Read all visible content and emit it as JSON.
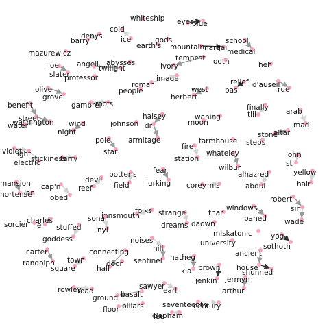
{
  "graph": {
    "node_color": "#f4a6c0",
    "edge_colors": {
      "light": "#d4d4d4",
      "mid": "#9a9a9a",
      "dark": "#333333"
    },
    "words": [
      "whiteship",
      "eyes",
      "blue",
      "cold",
      "ice",
      "denys",
      "barry",
      "gods",
      "earth's",
      "mountain",
      "nargai",
      "school",
      "medical",
      "mazurewicz",
      "joe",
      "slater",
      "angell",
      "twilight",
      "abysses",
      "ivory",
      "tempest",
      "ooth",
      "heh",
      "olive",
      "grove",
      "professor",
      "roman",
      "image",
      "people",
      "relief",
      "bas",
      "d'auseil",
      "rue",
      "west",
      "herbert",
      "benefit",
      "street",
      "washington",
      "water",
      "gambrel",
      "roofs",
      "finally",
      "till",
      "arab",
      "mad",
      "wind",
      "night",
      "halsey",
      "dr",
      "johnson",
      "waning",
      "moon",
      "farmhouse",
      "stone",
      "altar",
      "steps",
      "pole",
      "star",
      "armitage",
      "fire",
      "station",
      "whateley",
      "violet",
      "light",
      "electric",
      "stickiness",
      "tarry",
      "john",
      "st",
      "yellow",
      "hair",
      "potter's",
      "field",
      "fear",
      "lurking",
      "devil",
      "reef",
      "cap'n",
      "obed",
      "corey",
      "mis",
      "wilbur",
      "alhazred",
      "abdul",
      "mansion",
      "hortense",
      "jan",
      "robert",
      "sir",
      "wade",
      "folks",
      "innsmouth",
      "strange",
      "dreams",
      "thar",
      "windows",
      "paned",
      "daown",
      "sona",
      "nyl",
      "charles",
      "le",
      "sorcier",
      "stuffed",
      "goddess",
      "miskatonic",
      "university",
      "yog",
      "sothoth",
      "noises",
      "hill",
      "sentinel",
      "ancient",
      "house",
      "shunned",
      "carter",
      "randolph",
      "town",
      "square",
      "connecting",
      "hall",
      "door",
      "hatheg",
      "kla",
      "brown",
      "jenkin",
      "jermyn",
      "arthur",
      "sawyer",
      "earl",
      "rowley",
      "road",
      "basalt",
      "ground",
      "pillars",
      "floor",
      "seventeenth",
      "century",
      "clapham",
      "lee"
    ]
  }
}
